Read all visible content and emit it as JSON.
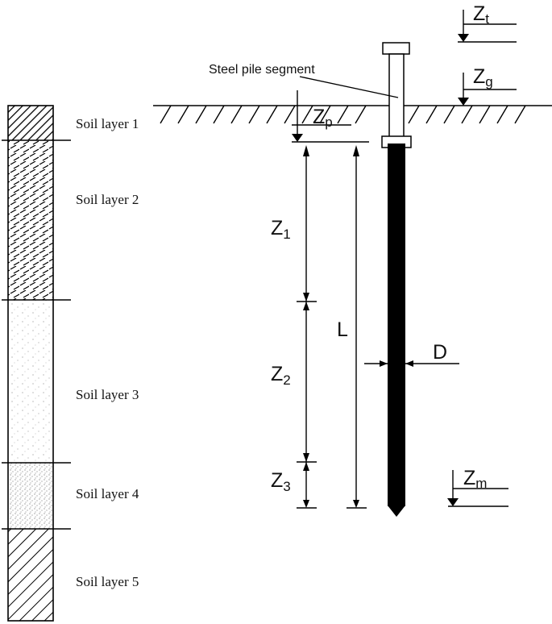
{
  "diagram": {
    "soil_layers": [
      {
        "label": "Soil layer 1"
      },
      {
        "label": "Soil layer 2"
      },
      {
        "label": "Soil layer 3"
      },
      {
        "label": "Soil layer 4"
      },
      {
        "label": "Soil layer 5"
      }
    ],
    "callout": "Steel pile segment",
    "levels": {
      "zt": {
        "main": "Z",
        "sub": "t"
      },
      "zg": {
        "main": "Z",
        "sub": "g"
      },
      "zp": {
        "main": "Z",
        "sub": "p"
      },
      "zm": {
        "main": "Z",
        "sub": "m"
      }
    },
    "dimensions": {
      "z1": {
        "main": "Z",
        "sub": "1"
      },
      "z2": {
        "main": "Z",
        "sub": "2"
      },
      "z3": {
        "main": "Z",
        "sub": "3"
      },
      "L": "L",
      "D": "D"
    },
    "colors": {
      "line": "#000000",
      "pile": "#000000",
      "background": "#ffffff"
    }
  }
}
